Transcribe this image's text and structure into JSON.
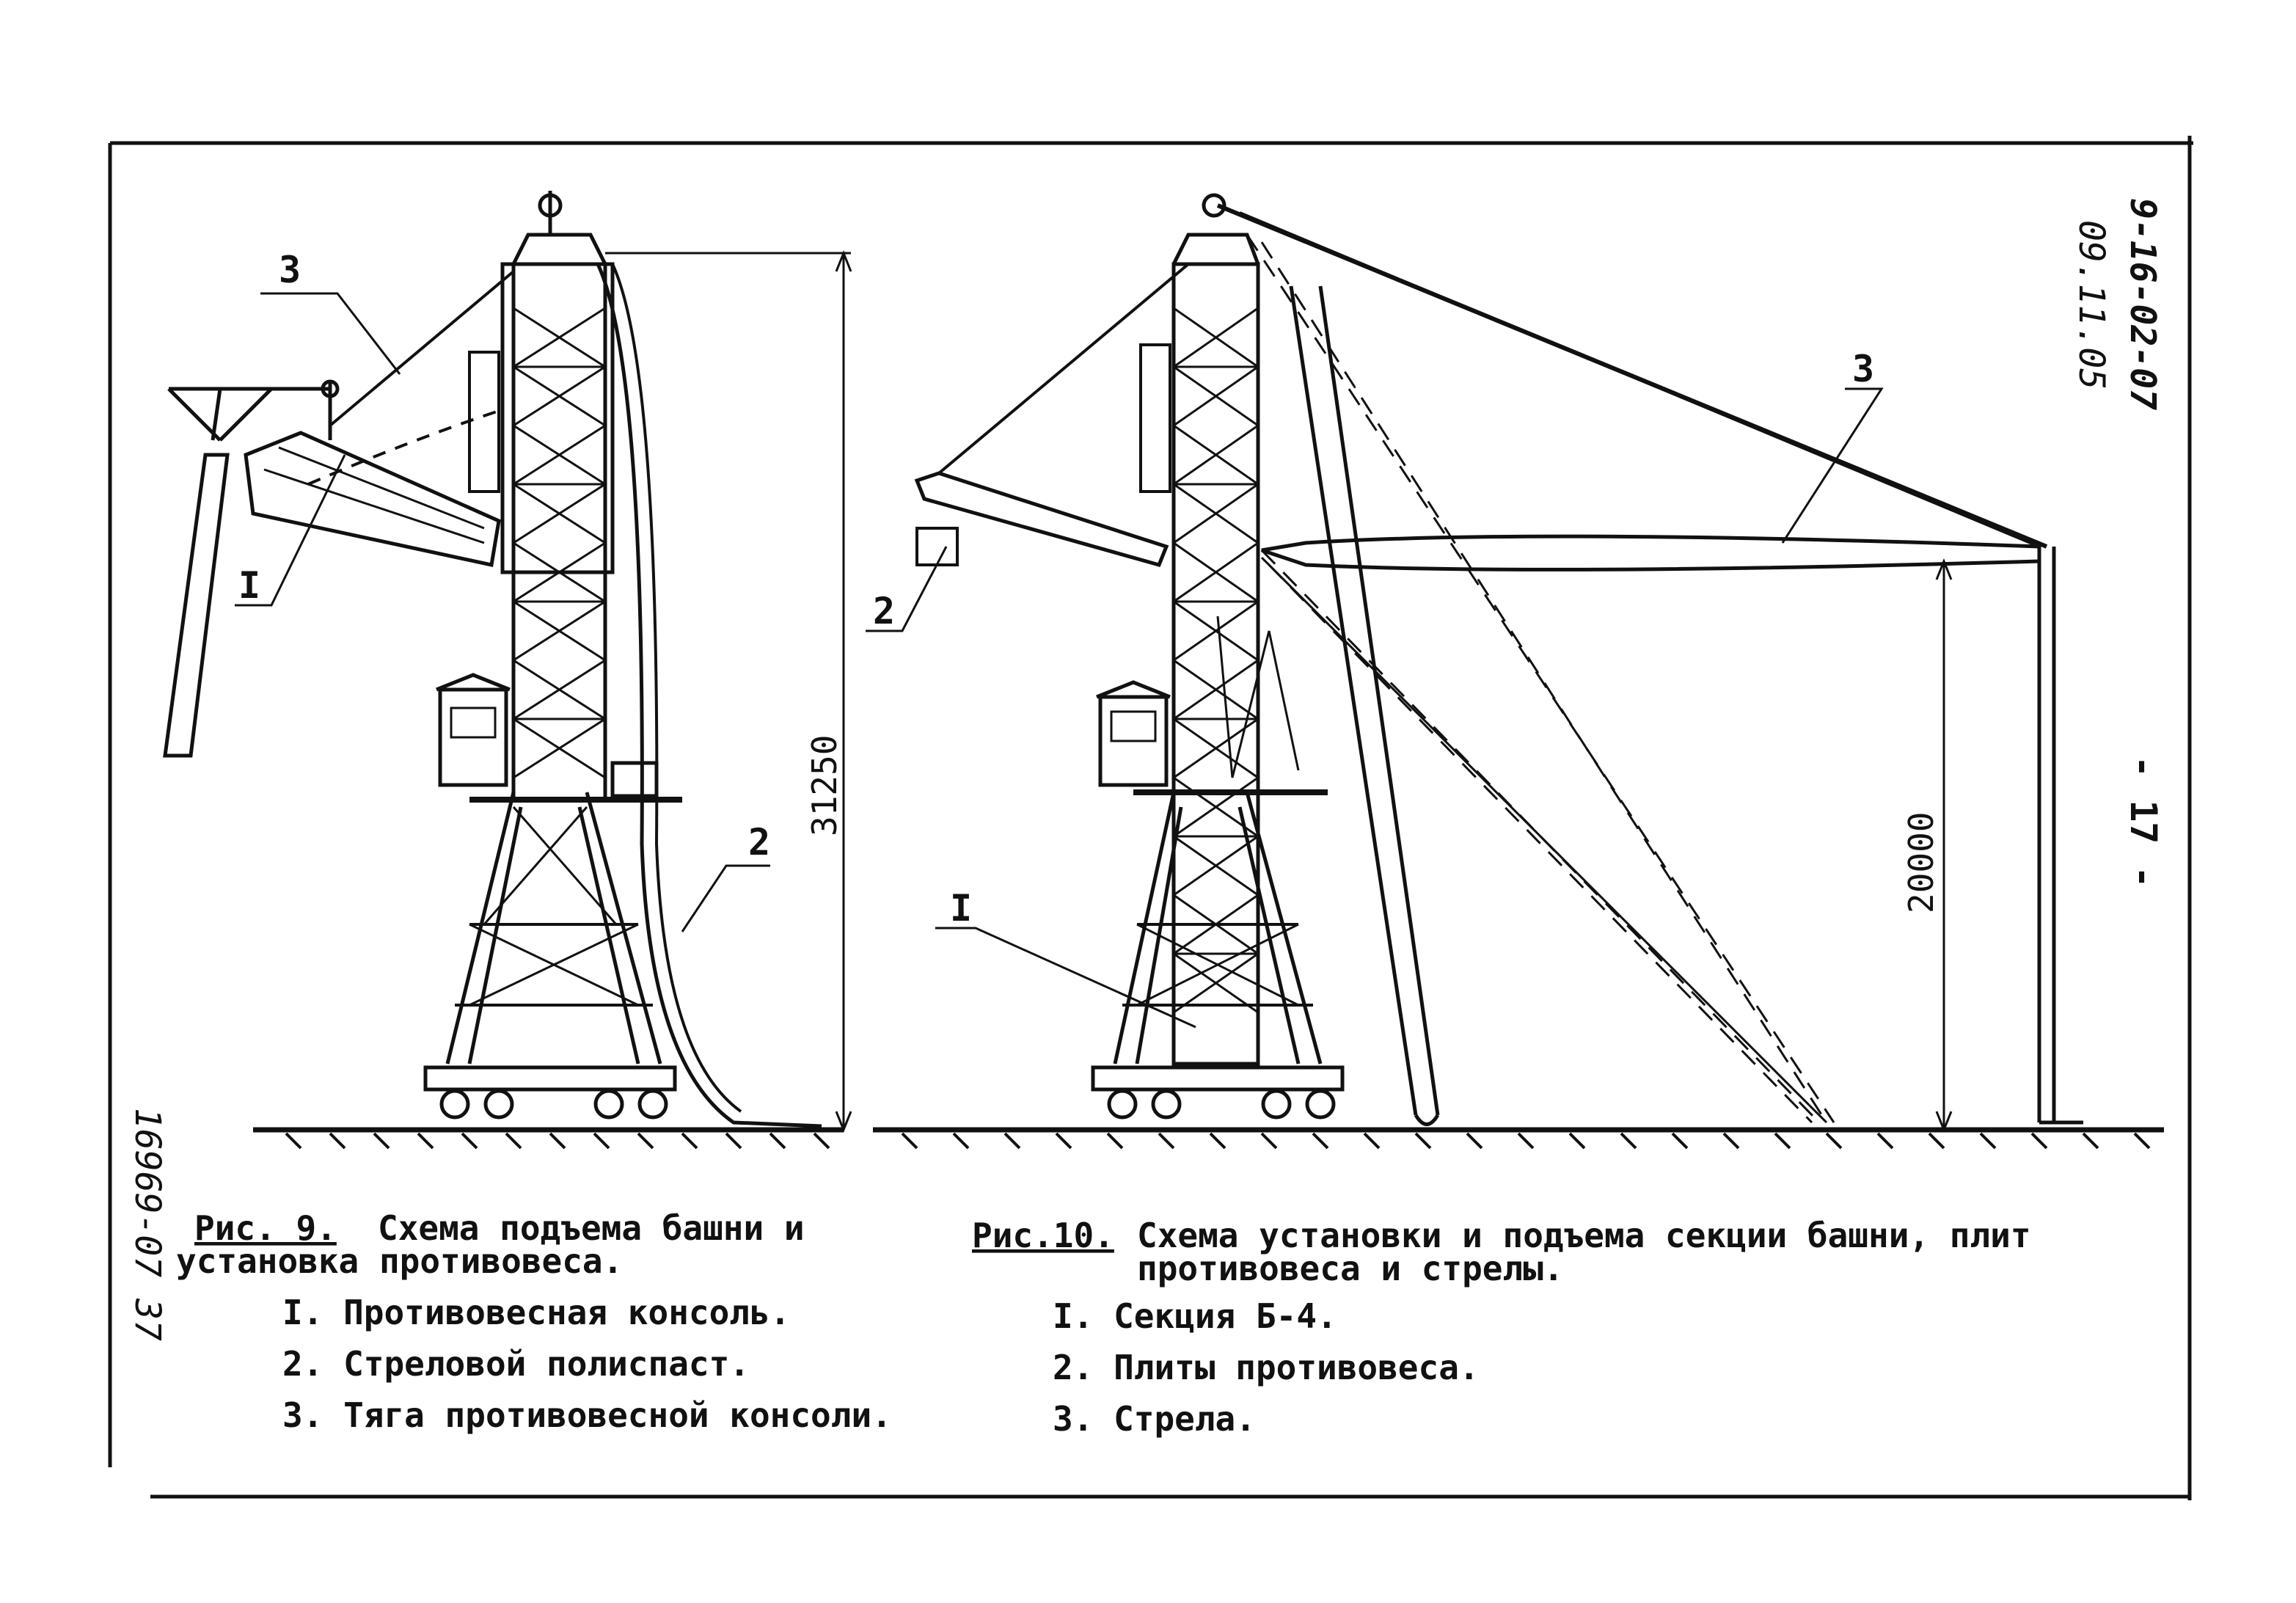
{
  "side_stamp": {
    "doc_number": "9-16-02-07",
    "date": "09.11.05"
  },
  "page_marker": "- 17 -",
  "left_stamp": "16969-07  37",
  "figure9": {
    "title": "Рис. 9.",
    "caption_line1": "Схема подъема башни и",
    "caption_line2": "установка противовеса.",
    "items": [
      "I. Противовесная консоль.",
      "2. Стреловой полиспаст.",
      "3. Тяга противовесной консоли."
    ],
    "callouts": [
      "3",
      "I",
      "2"
    ],
    "dimension": "31250"
  },
  "figure10": {
    "title": "Рис.10.",
    "caption_line1": "Схема установки и подъема секции башни, плит",
    "caption_line2": "противовеса и стрелы.",
    "items": [
      "I. Секция Б-4.",
      "2. Плиты противовеса.",
      "3. Стрела."
    ],
    "callouts": [
      "3",
      "2",
      "I"
    ],
    "dimension": "20000"
  }
}
